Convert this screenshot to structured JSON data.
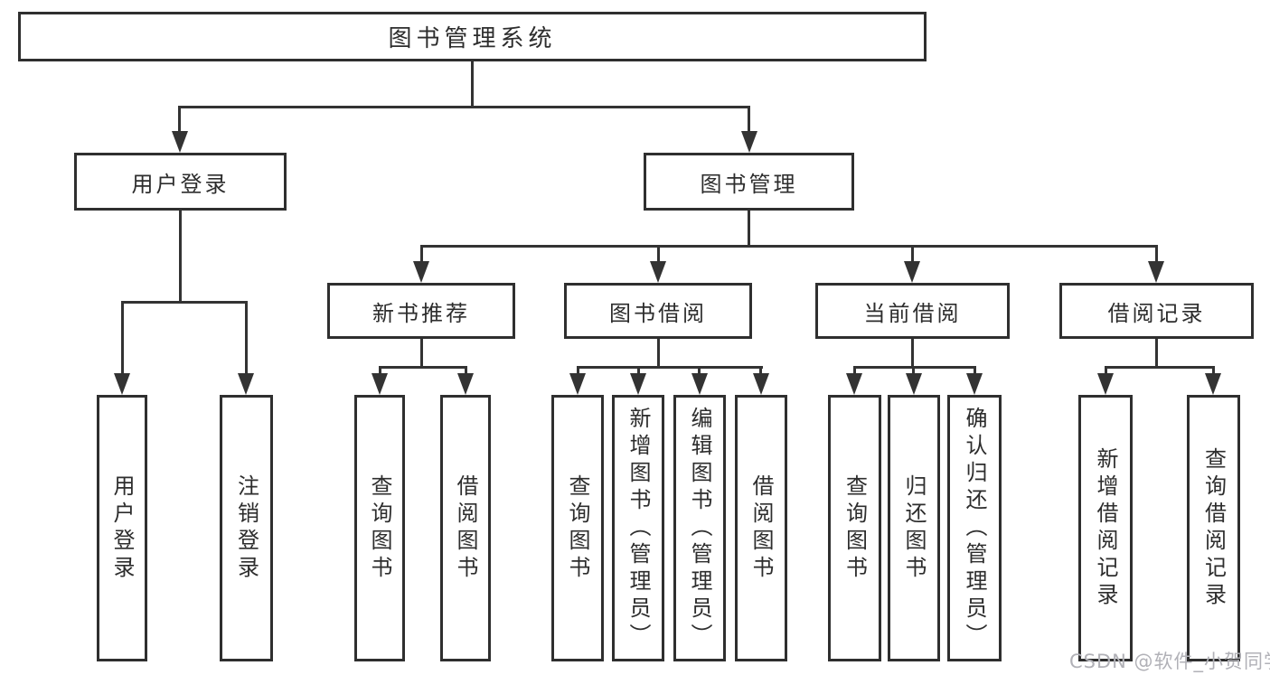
{
  "colors": {
    "line": "#333333",
    "box_border": "#2f2f2f",
    "text": "#2d2d2d",
    "background": "#ffffff",
    "watermark_text": "#b1b1b7"
  },
  "watermark": "CSDN @软件_小贺同学",
  "tree": {
    "root": "图书管理系统",
    "level1": {
      "user_login": "用户登录",
      "book_mgmt": "图书管理"
    },
    "level2": {
      "new_book": "新书推荐",
      "borrow": "图书借阅",
      "current": "当前借阅",
      "records": "借阅记录"
    },
    "leaves": {
      "user_login": [
        "用户登录",
        "注销登录"
      ],
      "new_book": [
        "查询图书",
        "借阅图书"
      ],
      "borrow": [
        "查询图书",
        "新增图书（管理员）",
        "编辑图书（管理员）",
        "借阅图书"
      ],
      "current": [
        "查询图书",
        "归还图书",
        "确认归还（管理员）"
      ],
      "records": [
        "新增借阅记录",
        "查询借阅记录"
      ]
    }
  }
}
